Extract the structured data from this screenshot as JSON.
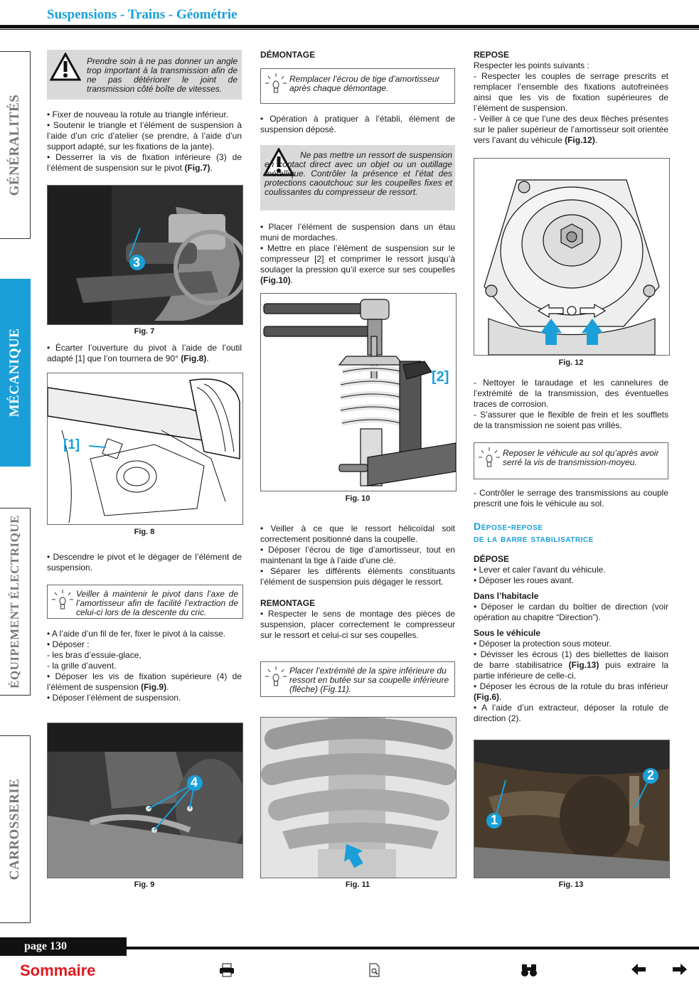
{
  "header": {
    "title": "Suspensions - Trains - Géométrie"
  },
  "side_tabs": [
    "GÉNÉRALITÉS",
    "MÉCANIQUE",
    "ÉQUIPEMENT ÉLECTRIQUE",
    "CARROSSERIE"
  ],
  "col1": {
    "warn1": "Prendre soin à ne pas donner un angle trop important à la transmission afin de ne pas détériorer le joint de transmission côté boîte de vitesses.",
    "p1": "• Fixer de nouveau la rotule au triangle inférieur.",
    "p2": "• Soutenir le triangle et l’élément de suspension à l’aide d’un cric d’atelier (se prendre, à l’aide d’un support adapté, sur les fixations de la jante).",
    "p3a": "• Desserrer la vis de fixation inférieure (3) de l’élément de suspension sur le pivot ",
    "p3b": "(Fig.7)",
    "fig7_label": "3",
    "fig7": "Fig. 7",
    "p4a": "• Écarter l’ouverture du pivot à l’aide de l’outil adapté [1] que l’on tournera de 90° ",
    "p4b": "(Fig.8)",
    "fig8_label": "[1]",
    "fig8": "Fig. 8",
    "p5": "• Descendre le pivot et le dégager de l’élément de suspension.",
    "tip1": "Veiller à maintenir le pivot dans l’axe de l’amortisseur afin de facilité l’extraction de celui-ci lors de la descente du cric.",
    "p6": "• A l’aide d’un fil de fer, fixer le pivot à la caisse.",
    "p7": "• Déposer :",
    "p8": "- les bras d’essuie-glace,",
    "p9": "- la grille d’auvent.",
    "p10a": "• Déposer les vis de fixation supérieure (4) de l’élément de suspension ",
    "p10b": "(Fig.9)",
    "p11": "• Déposer l’élément de suspension.",
    "fig9_label": "4",
    "fig9": "Fig. 9"
  },
  "col2": {
    "h1": "DÉMONTAGE",
    "tip1": "Remplacer l’écrou de tige d’amortisseur après chaque démontage.",
    "p1": "• Opération à pratiquer à l’établi, élément de suspension déposé.",
    "warn1": "Ne pas mettre un ressort de suspension en contact direct avec un objet ou un outillage métallique. Contrôler la présence et l’état des protections caoutchouc sur les coupelles fixes et coulissantes du compresseur de ressort.",
    "p2": "• Placer l’élément de suspension dans un étau muni de mordaches.",
    "p3a": "• Mettre en place l’élément de suspension sur le compresseur [2] et comprimer le ressort jusqu’à soulager la pression qu’il exerce sur ses coupelles ",
    "p3b": "(Fig.10)",
    "fig10_label": "[2]",
    "fig10": "Fig. 10",
    "p4": "• Veiller à ce que le ressort hélicoïdal soit correctement positionné dans la coupelle.",
    "p5": "• Déposer l’écrou de tige d’amortisseur, tout en maintenant la tige à l’aide d’une clé.",
    "p6": "• Séparer les différents éléments constituants l’élément de suspension puis dégager le ressort.",
    "h2": "REMONTAGE",
    "p7": "• Respecter le sens de montage des pièces de suspension, placer correctement le compresseur sur le ressort et celui-ci sur ses coupelles.",
    "tip2": "Placer l’extrémité de la spire inférieure du ressort en butée sur sa coupelle inférieure (flèche) (Fig.11).",
    "fig11": "Fig. 11"
  },
  "col3": {
    "h1": "REPOSE",
    "p1": "Respecter les points suivants :",
    "p2": "- Respecter les couples de serrage prescrits et remplacer l’ensemble des fixations autofreinées ainsi que les vis de fixation supérieures de l’élément de suspension.",
    "p3a": "- Veiller à ce que l’une des deux flèches présentes sur le palier supérieur de l’amortisseur soit orientée vers l’avant du véhicule ",
    "p3b": "(Fig.12)",
    "fig12": "Fig. 12",
    "p4": "- Nettoyer le taraudage et les cannelures de l’extrémité de la transmission, des éventuelles traces de corrosion.",
    "p5": "- S’assurer que le flexible de frein et les soufflets de la transmission ne soient pas vrillés.",
    "tip1": "Reposer le véhicule au sol qu’après avoir serré la vis de transmission-moyeu.",
    "p6": "- Contrôler le serrage des transmissions au couple prescrit une fois le véhicule au sol.",
    "h2a": "Dépose-repose",
    "h2b": "de la barre stabilisatrice",
    "h3": "DÉPOSE",
    "p7": "• Lever et caler l’avant du véhicule.",
    "p8": "• Déposer les roues avant.",
    "h4": "Dans l’habitacle",
    "p9": "• Déposer le cardan du boîtier de direction (voir opération au chapitre “Direction”).",
    "h5": "Sous le véhicule",
    "p10": "• Déposer la protection sous moteur.",
    "p11a": "• Dévisser les écrous (1) des biellettes de liaison de barre stabilisatrice ",
    "p11b": "(Fig.13)",
    "p11c": " puis extraire la partie inférieure de celle-ci.",
    "p12a": "• Déposer les écrous de la rotule du bras inférieur ",
    "p12b": "(Fig.6)",
    "p13": "• A l’aide d’un extracteur, déposer la rotule de direction (2).",
    "fig13_label1": "1",
    "fig13_label2": "2",
    "fig13": "Fig. 13"
  },
  "footer": {
    "page": "page 130",
    "sommaire": "Sommaire"
  }
}
